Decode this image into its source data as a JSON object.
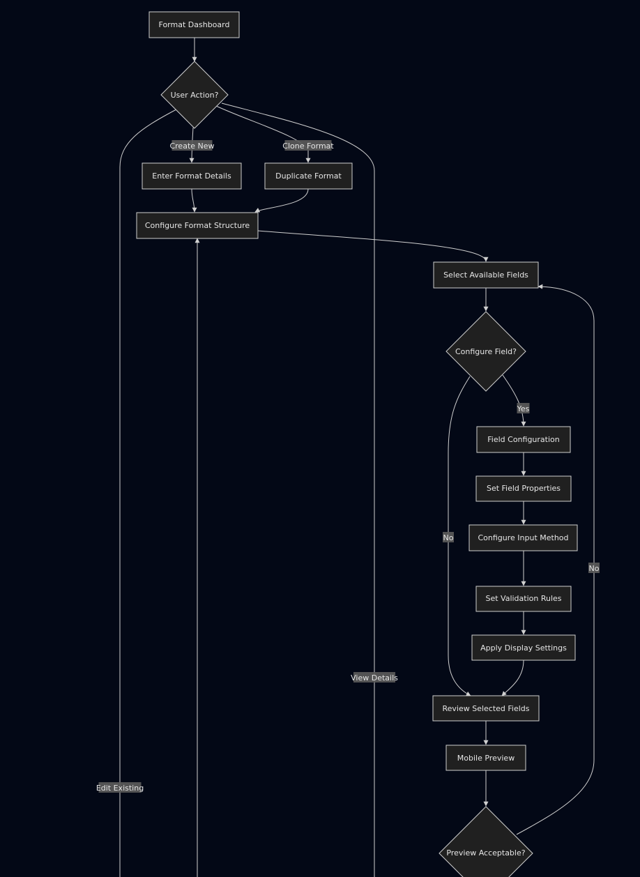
{
  "nodes": {
    "format_dashboard": "Format Dashboard",
    "user_action": "User Action?",
    "enter_format_details": "Enter Format Details",
    "duplicate_format": "Duplicate Format",
    "configure_format_structure": "Configure Format Structure",
    "select_available_fields": "Select Available Fields",
    "configure_field": "Configure Field?",
    "field_configuration": "Field Configuration",
    "set_field_properties": "Set Field Properties",
    "configure_input_method": "Configure Input Method",
    "set_validation_rules": "Set Validation Rules",
    "apply_display_settings": "Apply Display Settings",
    "review_selected_fields": "Review Selected Fields",
    "mobile_preview": "Mobile Preview",
    "preview_acceptable": "Preview Acceptable?"
  },
  "edge_labels": {
    "create_new": "Create New",
    "clone_format": "Clone Format",
    "edit_existing": "Edit Existing",
    "view_details": "View Details",
    "yes": "Yes",
    "no_field": "No",
    "no_preview": "No"
  },
  "colors": {
    "background": "#030816",
    "node_fill": "#202020",
    "node_stroke": "#cfcfcf",
    "edge": "#d0d0d0",
    "label_bg": "#5a5a5a",
    "text": "#e6e6e6"
  }
}
